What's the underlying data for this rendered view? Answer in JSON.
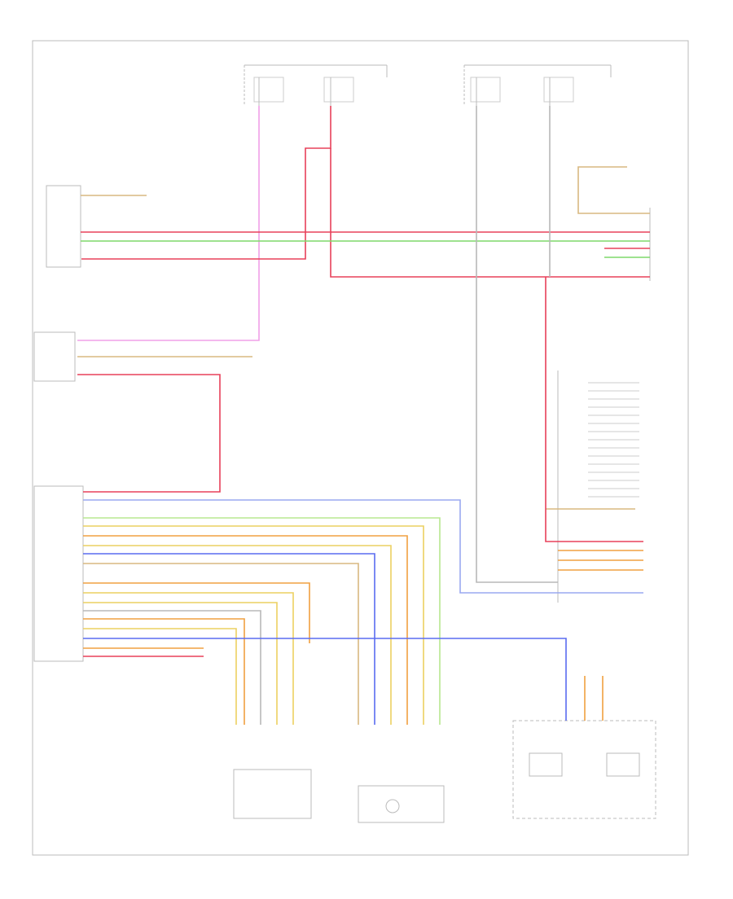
{
  "diagram": {
    "footer_code": "",
    "wire_colors": {
      "pink": "#f0a0e8",
      "red": "#e8405a",
      "green": "#7fd86a",
      "blue": "#5a6cf0",
      "yellow": "#ecd060",
      "orange": "#f0a040",
      "tan": "#d8b880",
      "gray": "#b8b8b8",
      "black": "#888888",
      "lightgreen": "#b8e890",
      "lightblue": "#9aa8f0"
    },
    "components": [
      {
        "id": "left-headlamp",
        "label": ""
      },
      {
        "id": "brake-lamp-switch",
        "label": ""
      },
      {
        "id": "engine-control-module",
        "label": ""
      },
      {
        "id": "right-headlamp",
        "label": ""
      },
      {
        "id": "transmission-control-module",
        "label": ""
      },
      {
        "id": "accelerator-pedal-module",
        "label": ""
      },
      {
        "id": "throttle-valve-control-module",
        "label": ""
      },
      {
        "id": "transmission-control-solenoid-valve",
        "label": ""
      },
      {
        "id": "fuse-panel-left",
        "label": ""
      },
      {
        "id": "fuse-panel-right",
        "label": ""
      }
    ]
  }
}
